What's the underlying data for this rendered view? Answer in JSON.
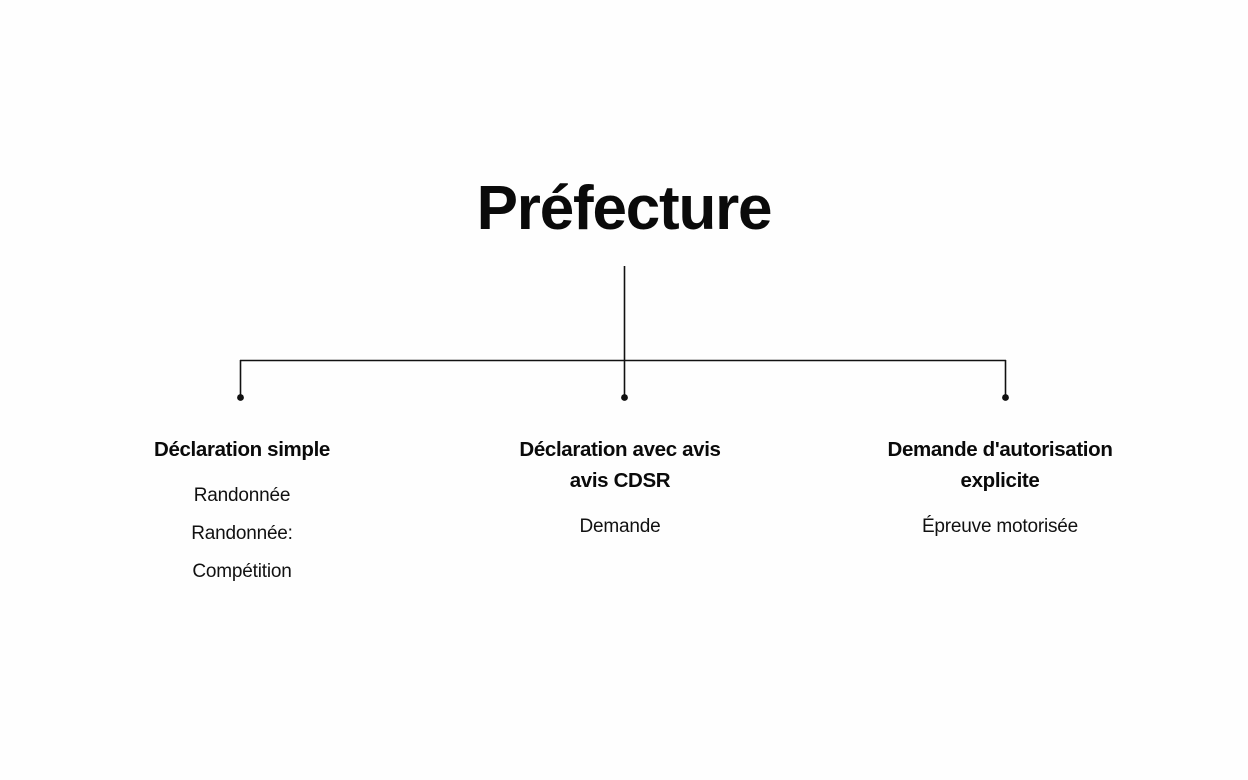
{
  "diagram": {
    "type": "org-tree",
    "background_color": "#fefefe",
    "line_color": "#111111",
    "text_color": "#0a0a0a",
    "root": {
      "label": "Préfecture"
    },
    "branches": [
      {
        "header": "Déclaration simple",
        "items": [
          "Randonnée",
          "Randonnée:",
          "Compétition"
        ]
      },
      {
        "header": "Déclaration avec avis\navis CDSR",
        "items": [
          "Demande"
        ]
      },
      {
        "header": "Demande d'autorisation\nexplicite",
        "items": [
          "Épreuve motorisée"
        ]
      }
    ]
  }
}
